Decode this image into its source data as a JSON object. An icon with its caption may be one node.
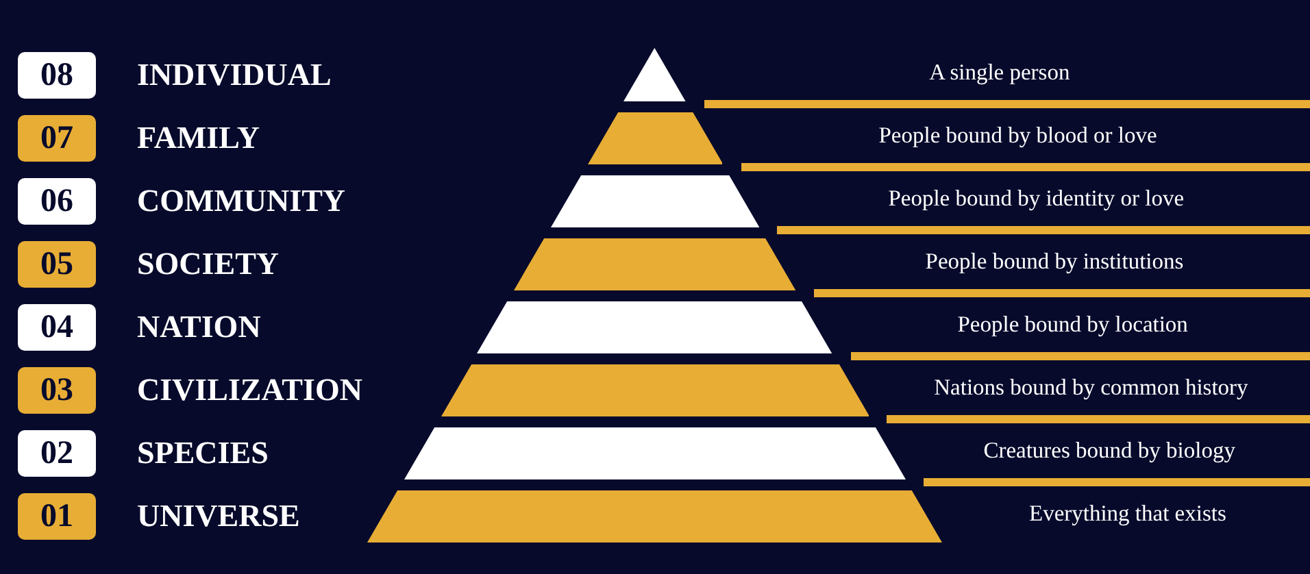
{
  "diagram": {
    "nodes": [
      {
        "text": [
          "08"
        ],
        "beside": [
          "INDIVIDUAL"
        ]
      },
      {
        "text": [
          "07"
        ],
        "beside": [
          "FAMILY"
        ]
      },
      {
        "text": [
          "06"
        ],
        "beside": [
          "COMMUNITY"
        ]
      },
      {
        "text": [
          "05"
        ],
        "beside": [
          "SOCIETY"
        ]
      },
      {
        "text": [
          "04"
        ],
        "beside": [
          "NATION"
        ]
      },
      {
        "text": [
          "03"
        ],
        "beside": [
          "CIVILIZATION"
        ]
      },
      {
        "text": [
          "02"
        ],
        "beside": [
          "SPECIES"
        ]
      },
      {
        "text": [
          "01"
        ],
        "beside": [
          "UNIVERSE"
        ]
      },
      {
        "text": [],
        "shape": "triangle"
      },
      {
        "text": [],
        "shape": "trapezoid"
      },
      {
        "text": [],
        "shape": "trapezoid"
      },
      {
        "text": [],
        "shape": "trapezoid"
      },
      {
        "text": [],
        "shape": "trapezoid"
      },
      {
        "text": [],
        "shape": "trapezoid"
      },
      {
        "text": [],
        "shape": "trapezoid"
      },
      {
        "text": [],
        "shape": "trapezoid"
      }
    ],
    "labels": [
      "A single person",
      "People bound by blood or love",
      "People bound by identity or love",
      "People bound by institutions",
      "People bound by location",
      "Nations bound by common history",
      "Creatures bound by biology",
      "Everything that exists"
    ]
  }
}
